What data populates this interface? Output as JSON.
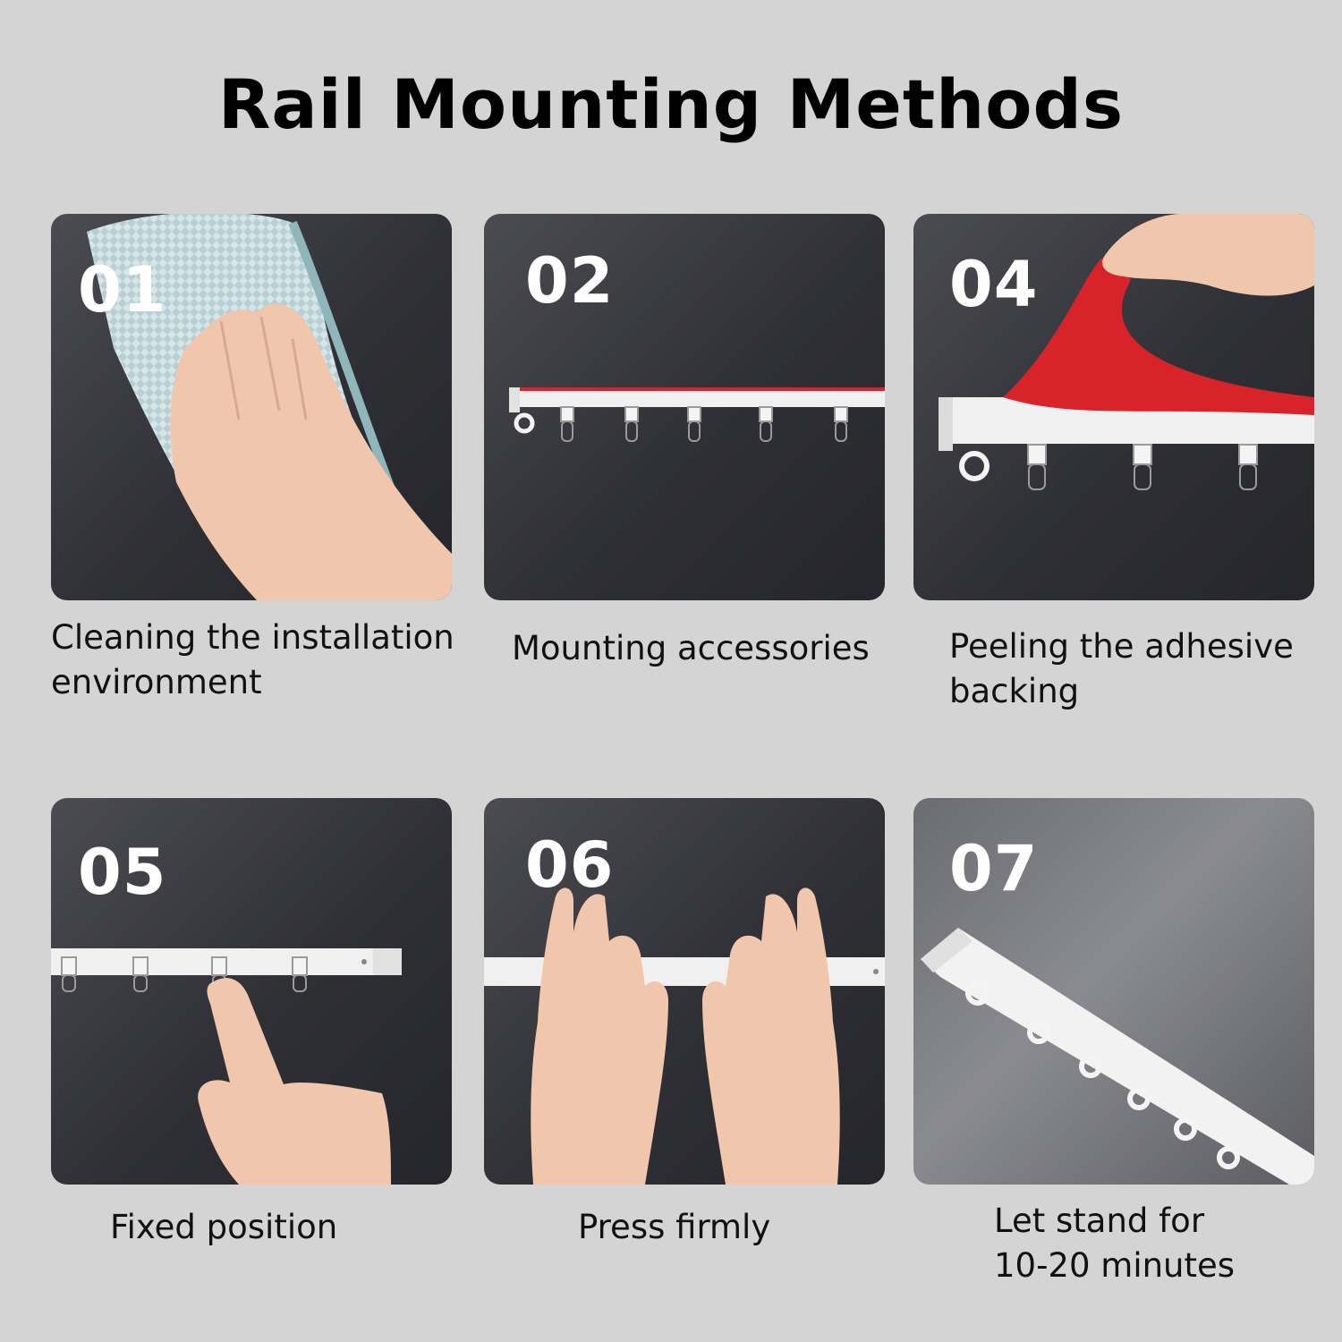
{
  "title": "Rail Mounting Methods",
  "steps": [
    {
      "number": "01",
      "caption_line1": "Cleaning the installation",
      "caption_line2": "environment"
    },
    {
      "number": "02",
      "caption_line1": "Mounting accessories",
      "caption_line2": ""
    },
    {
      "number": "04",
      "caption_line1": "Peeling the adhesive",
      "caption_line2": "backing"
    },
    {
      "number": "05",
      "caption_line1": "Fixed position",
      "caption_line2": ""
    },
    {
      "number": "06",
      "caption_line1": "Press firmly",
      "caption_line2": ""
    },
    {
      "number": "07",
      "caption_line1": "Let stand for",
      "caption_line2": "10-20 minutes"
    }
  ],
  "colors": {
    "background": "#d4d4d4",
    "panel": "#2f3035",
    "adhesive": "#d8232a",
    "rail": "#f0f0f0",
    "skin": "#f0c6ad",
    "cloth": "#b9d3d6"
  }
}
